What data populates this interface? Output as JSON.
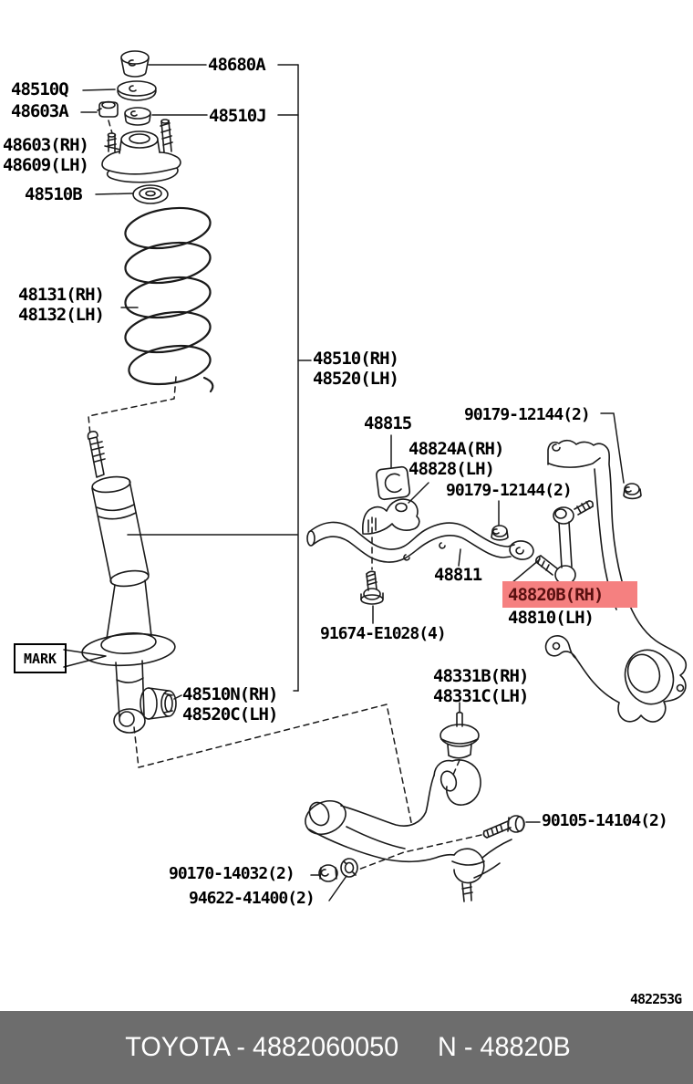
{
  "diagram": {
    "drawing_code": "482253G",
    "highlight_color": "#f58080",
    "line_color": "#1a1a1a",
    "labels": {
      "p48680A": "48680A",
      "p48510Q": "48510Q",
      "p48603A": "48603A",
      "p48603RH": "48603(RH)",
      "p48609LH": "48609(LH)",
      "p48510B": "48510B",
      "p48510J": "48510J",
      "p48131RH": "48131(RH)",
      "p48132LH": "48132(LH)",
      "p48510RH": "48510(RH)",
      "p48520LH": "48520(LH)",
      "p48815": "48815",
      "p90179a": "90179-12144(2)",
      "p48824ARH": "48824A(RH)",
      "p48828LH": "48828(LH)",
      "p90179b": "90179-12144(2)",
      "p48811": "48811",
      "p48820BRH": "48820B(RH)",
      "p48810LH": "48810(LH)",
      "p91674": "91674-E1028(4)",
      "mark": "MARK",
      "p48510NRH": "48510N(RH)",
      "p48520CLH": "48520C(LH)",
      "p48331BRH": "48331B(RH)",
      "p48331CLH": "48331C(LH)",
      "p90105": "90105-14104(2)",
      "p90170": "90170-14032(2)",
      "p94622": "94622-41400(2)"
    }
  },
  "footer": {
    "brand_part": "TOYOTA - 4882060050",
    "ref_part": "N - 48820B",
    "bg_color": "#6d6d6d",
    "text_color": "#ffffff"
  }
}
